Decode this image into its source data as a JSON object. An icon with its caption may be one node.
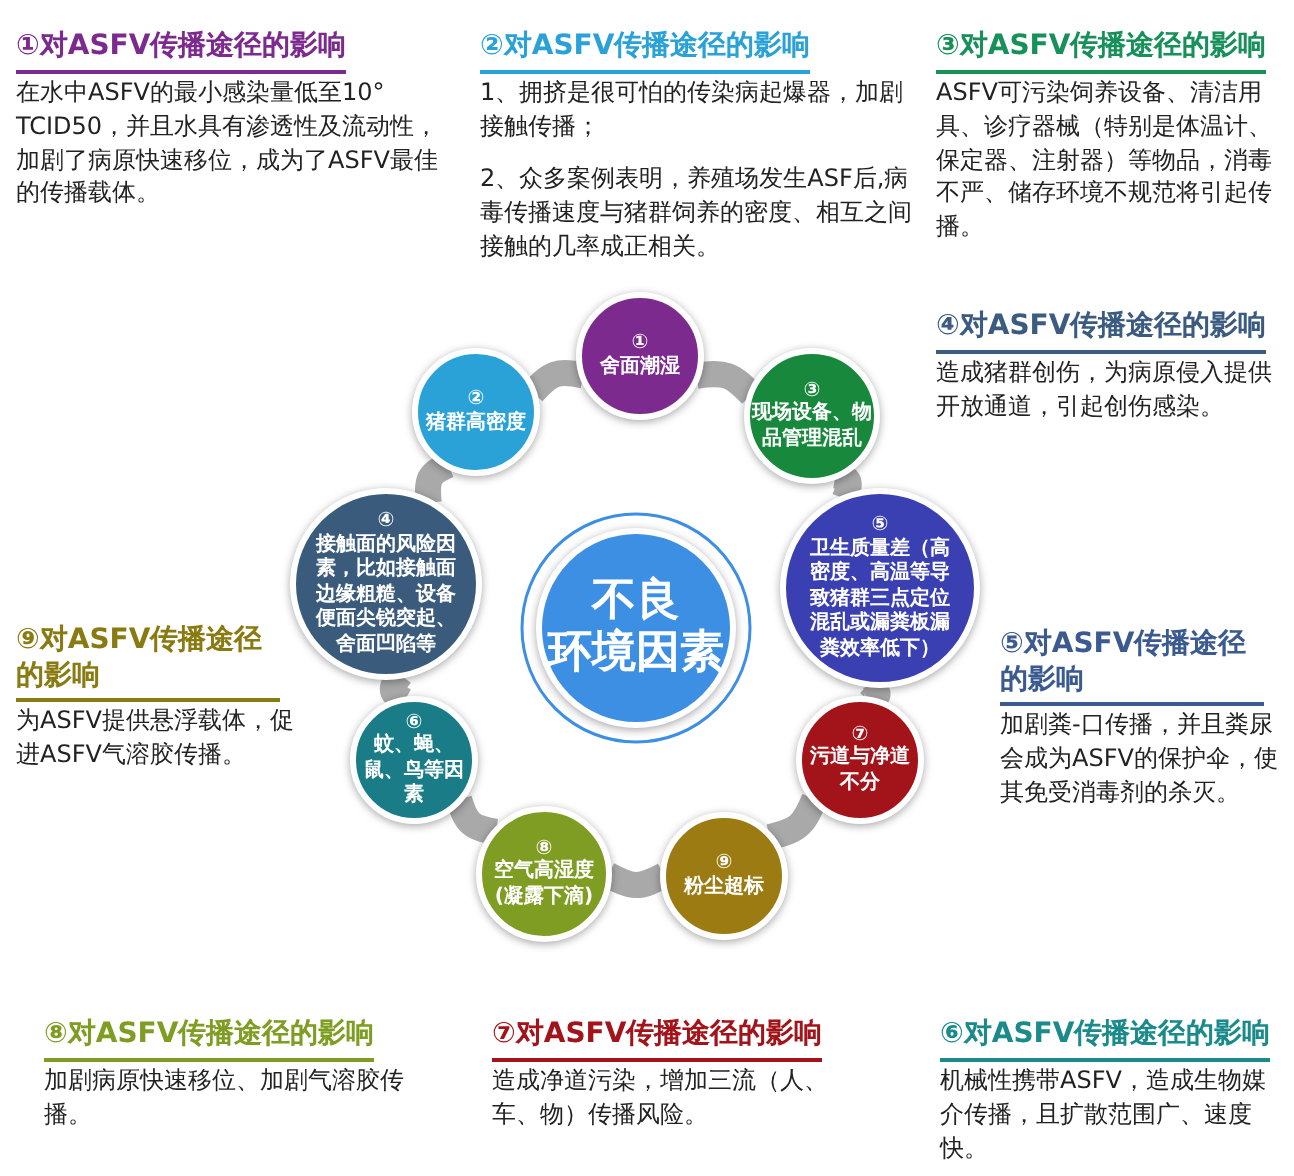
{
  "diagram": {
    "nodes": [
      {
        "text": [
          "不良",
          "环境因素"
        ]
      },
      {
        "text": [
          "①",
          "舍面潮湿"
        ]
      },
      {
        "text": [
          "②",
          "猪群高密度"
        ]
      },
      {
        "text": [
          "③",
          "现场设备、物品管理混乱"
        ]
      },
      {
        "text": [
          "④",
          "接触面的风险因素，比如接触面边缘粗糙、设备便面尖锐突起、舍面凹陷等"
        ]
      },
      {
        "text": [
          "⑤",
          "卫生质量差（高密度、高温等导致猪群三点定位混乱或漏粪板漏粪效率低下）"
        ]
      },
      {
        "text": [
          "⑥",
          "蚊、蝇、鼠、鸟等因素"
        ]
      },
      {
        "text": [
          "⑦",
          "污道与净道不分"
        ]
      },
      {
        "text": [
          "⑧",
          "空气高湿度(凝露下滴)"
        ]
      },
      {
        "text": [
          "⑨",
          "粉尘超标"
        ]
      }
    ],
    "edges": [
      {
        "from": 1,
        "to": 3,
        "arrow": "none"
      },
      {
        "from": 3,
        "to": 5,
        "arrow": "none"
      },
      {
        "from": 5,
        "to": 7,
        "arrow": "none"
      },
      {
        "from": 7,
        "to": 9,
        "arrow": "none"
      },
      {
        "from": 9,
        "to": 8,
        "arrow": "none"
      },
      {
        "from": 8,
        "to": 6,
        "arrow": "none"
      },
      {
        "from": 6,
        "to": 4,
        "arrow": "none"
      },
      {
        "from": 4,
        "to": 2,
        "arrow": "none"
      },
      {
        "from": 2,
        "to": 1,
        "arrow": "none"
      }
    ],
    "labels": [
      "①对ASFV传播途径的影响",
      "在水中ASFV的最小感染量低至10° TCID50，并且水具有渗透性及流动性，加剧了病原快速移位，成为了ASFV最佳的传播载体。",
      "②对ASFV传播途径的影响",
      "1、拥挤是很可怕的传染病起爆器，加剧接触传播；",
      "2、众多案例表明，养殖场发生ASF后,病毒传播速度与猪群饲养的密度、相互之间接触的几率成正相关。",
      "③对ASFV传播途径的影响",
      "ASFV可污染饲养设备、清洁用具、诊疗器械（特别是体温计、保定器、注射器）等物品，消毒不严、储存环境不规范将引起传播。",
      "④对ASFV传播途径的影响",
      "造成猪群创伤，为病原侵入提供开放通道，引起创伤感染。",
      "⑨对ASFV传播途径的影响",
      "为ASFV提供悬浮载体，促进ASFV气溶胶传播。",
      "⑤对ASFV传播途径的影响",
      "加剧粪-口传播，并且粪尿会成为ASFV的保护伞，使其免受消毒剂的杀灭。",
      "⑧对ASFV传播途径的影响",
      "加剧病原快速移位、加剧气溶胶传播。",
      "⑦对ASFV传播途径的影响",
      "造成净道污染，增加三流（人、车、物）传播风险。",
      "⑥对ASFV传播途径的影响",
      "机械性携带ASFV，造成生物媒介传播，且扩散范围广、速度快。"
    ]
  }
}
